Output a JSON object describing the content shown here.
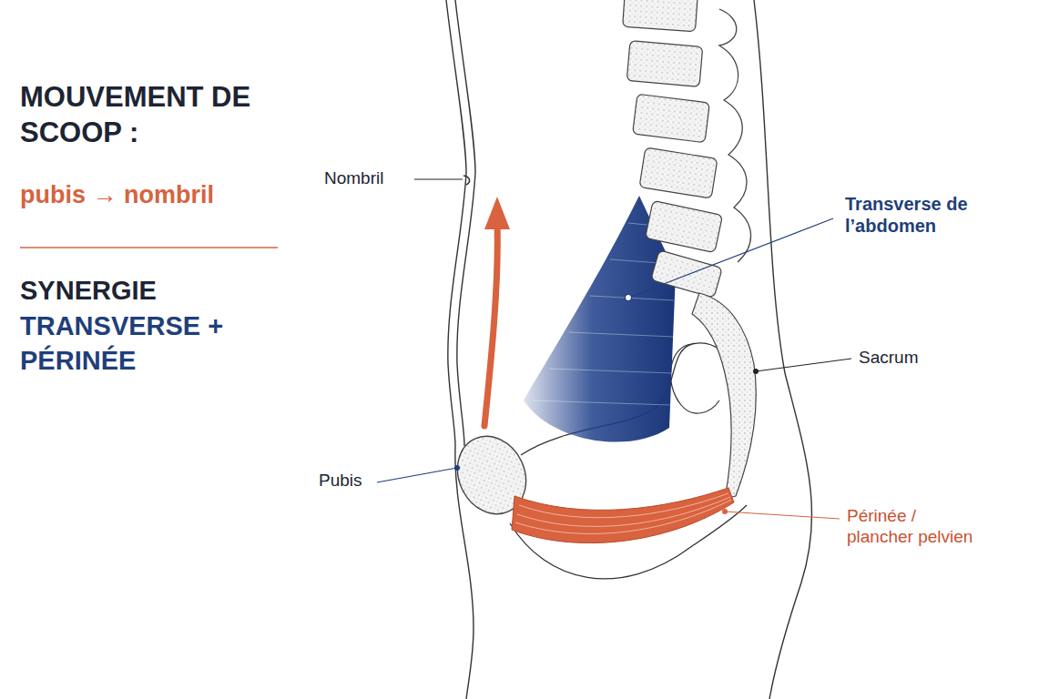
{
  "diagram": {
    "title": "MOUVEMENT DE SCOOP :",
    "labels": [
      "pubis → nombril",
      "SYNERGIE",
      "TRANSVERSE + PÉRINÉE",
      "Nombril",
      "Transverse de l’abdomen",
      "Sacrum",
      "Pubis",
      "Périnée / plancher pelvien"
    ]
  }
}
